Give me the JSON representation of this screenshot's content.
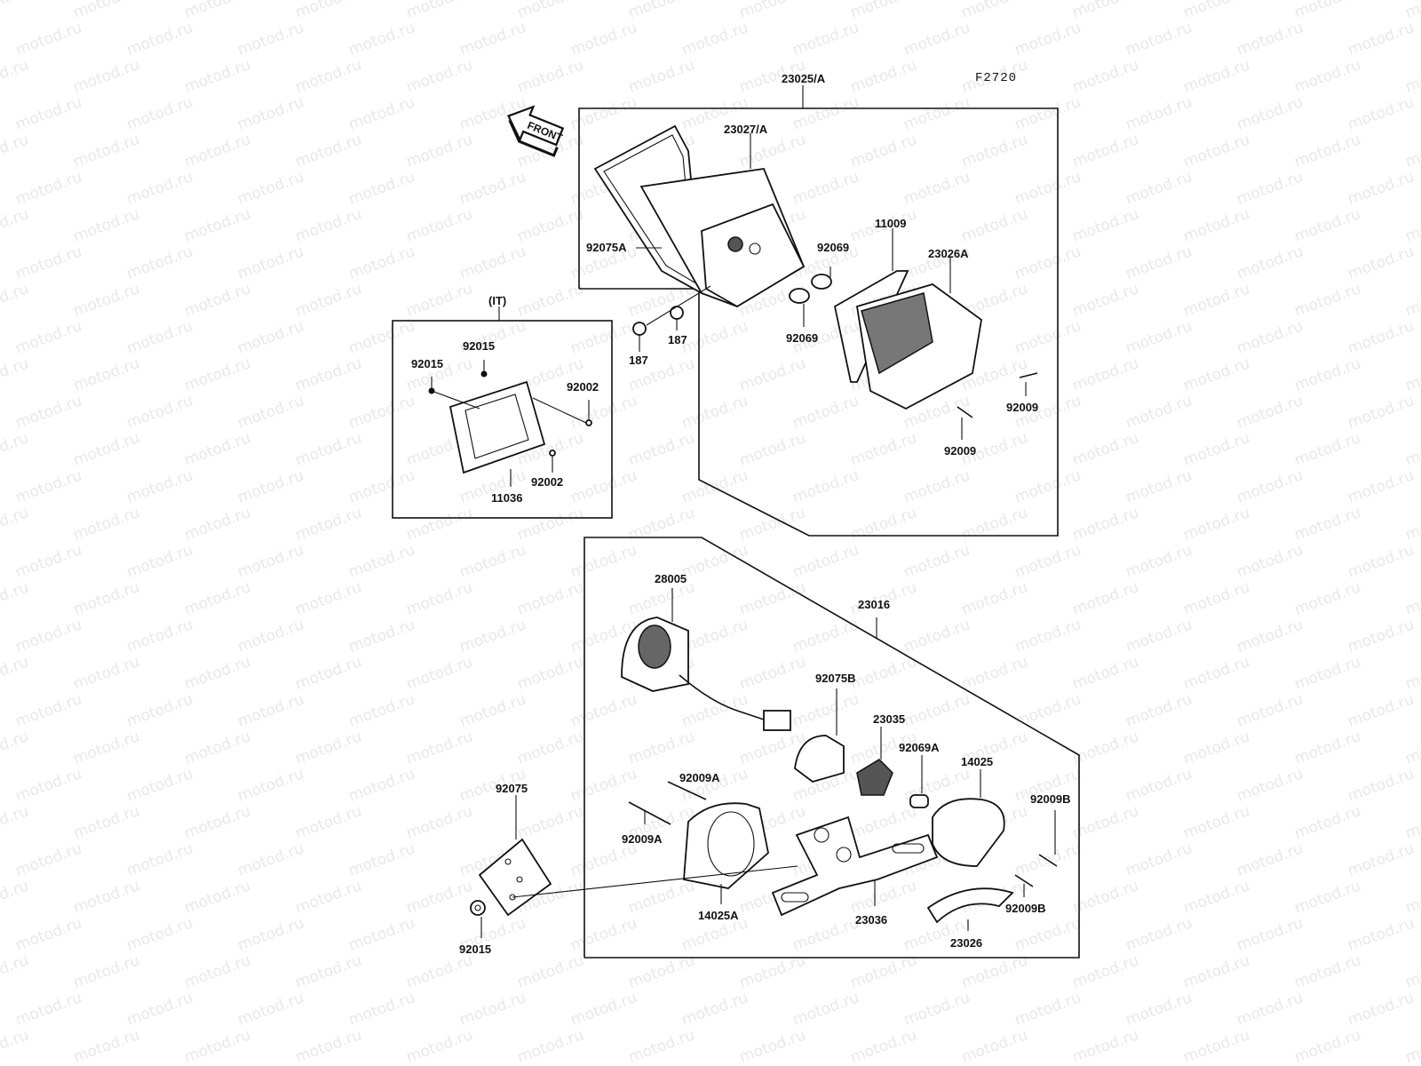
{
  "figure_code": "F2720",
  "front_label": "FRONT",
  "variant_label": "(IT)",
  "watermark": "motod.ru",
  "parts": {
    "p23025A": "23025/A",
    "p23027A": "23027/A",
    "p92075A": "92075A",
    "p92069_top": "92069",
    "p92069_bottom": "92069",
    "p11009": "11009",
    "p23026A": "23026A",
    "p187_left": "187",
    "p187_right": "187",
    "p92009_right": "92009",
    "p92009_lower": "92009",
    "p92015_a": "92015",
    "p92015_b": "92015",
    "p92002_a": "92002",
    "p92002_b": "92002",
    "p11036": "11036",
    "p28005": "28005",
    "p23016": "23016",
    "p92075B": "92075B",
    "p23035": "23035",
    "p92069A": "92069A",
    "p14025": "14025",
    "p92009A_a": "92009A",
    "p92009A_b": "92009A",
    "p92009B_a": "92009B",
    "p92009B_b": "92009B",
    "p92075": "92075",
    "p14025A": "14025A",
    "p23036": "23036",
    "p23026": "23026",
    "p92015_c": "92015"
  }
}
